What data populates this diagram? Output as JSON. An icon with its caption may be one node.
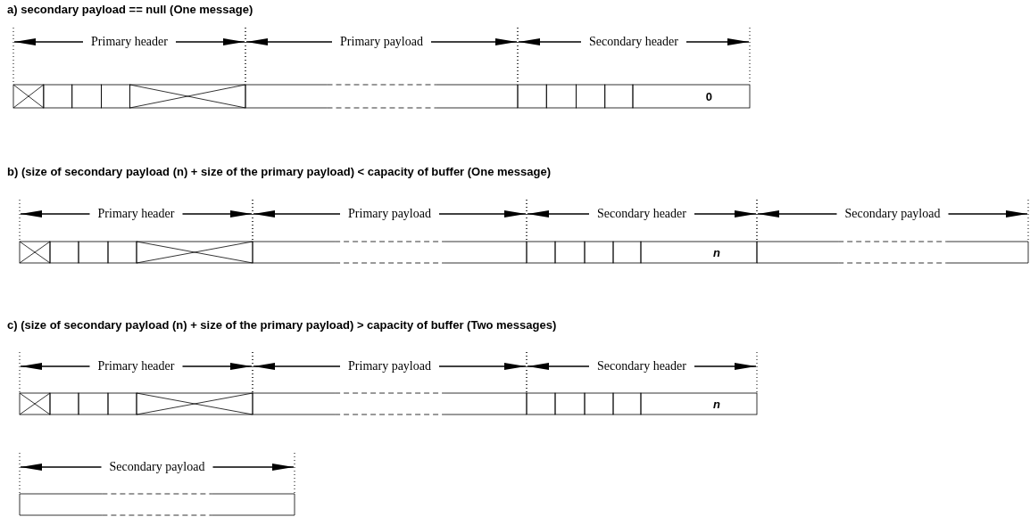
{
  "diagram": {
    "labels": [
      "a) secondary payload == null (One message)",
      "Primary header",
      "Primary payload",
      "Secondary header",
      "0",
      "b) (size of secondary payload (n) + size of the primary payload) < capacity of buffer (One message)",
      "Primary header",
      "Primary payload",
      "Secondary header",
      "Secondary payload",
      "n",
      "c) (size of secondary payload (n) + size of the primary payload) > capacity of buffer (Two messages)",
      "Primary header",
      "Primary payload",
      "Secondary header",
      "n",
      "Secondary payload"
    ]
  }
}
